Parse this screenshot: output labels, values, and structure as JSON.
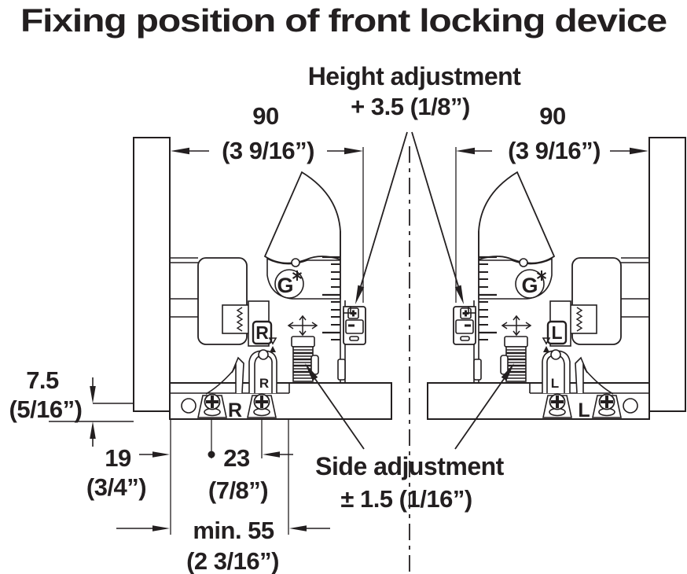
{
  "title": "Fixing position of front locking device",
  "annotations": {
    "height_adjustment_label": "Height adjustment",
    "height_adjustment_value": "+ 3.5 (1/8”)",
    "side_adjustment_label": "Side adjustment",
    "side_adjustment_value": "± 1.5 (1/16”)"
  },
  "dimensions": {
    "left_90_mm": "90",
    "left_90_inch": "(3 9/16”)",
    "right_90_mm": "90",
    "right_90_inch": "(3 9/16”)",
    "d75_mm": "7.5",
    "d75_inch": "(5/16”)",
    "d19_mm": "19",
    "d19_inch": "(3/4”)",
    "d23_mm": "23",
    "d23_inch": "(7/8”)",
    "d55_mm": "min. 55",
    "d55_inch": "(2 3/16”)"
  },
  "markings": {
    "left_slide_code": "R",
    "left_bracket_code": "R",
    "left_base_code": "R",
    "left_logo": "G",
    "right_slide_code": "L",
    "right_bracket_code": "L",
    "right_base_code": "L",
    "right_logo": "G"
  },
  "colors": {
    "line": "#231f20",
    "background": "#ffffff"
  }
}
